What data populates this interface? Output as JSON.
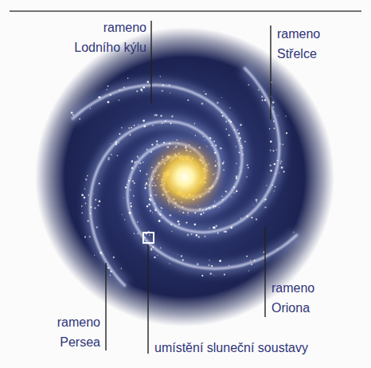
{
  "diagram": {
    "labels": [
      "rameno Lodního kýlu",
      "rameno Střelce",
      "rameno Oriona",
      "rameno Persea",
      "umístění sluneční soustavy"
    ]
  }
}
